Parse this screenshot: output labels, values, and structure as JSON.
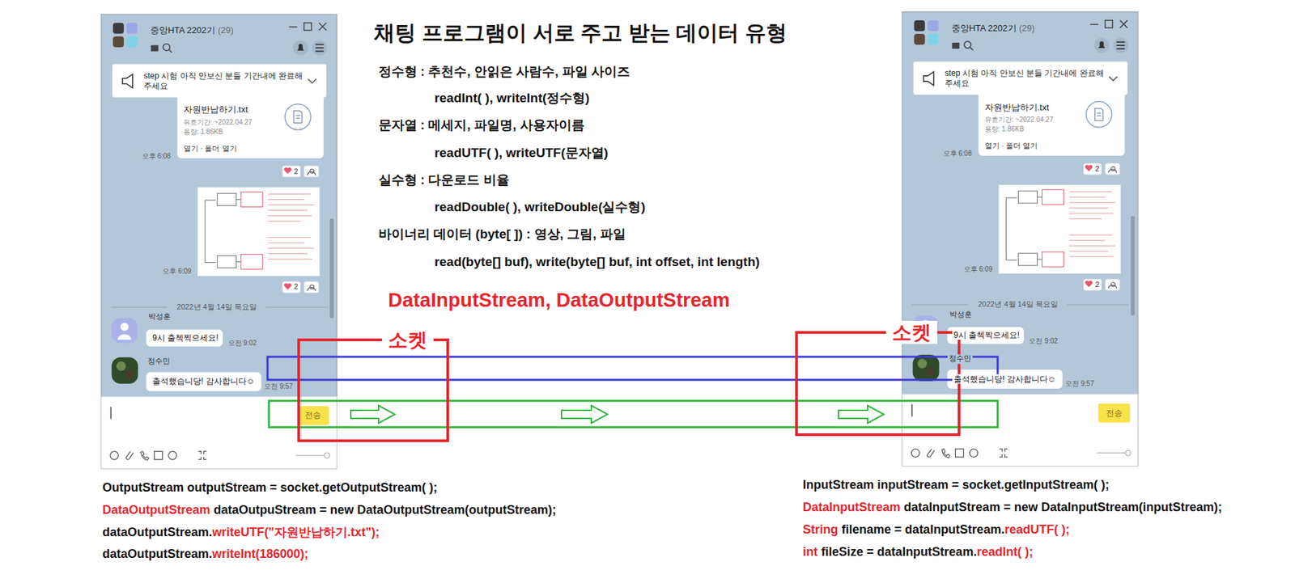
{
  "diagram": {
    "title": "채팅 프로그램이 서로 주고 받는 데이터 유형",
    "nodes": [
      {
        "text": [
          "소켓"
        ]
      },
      {
        "text": [
          "소켓"
        ]
      }
    ],
    "labels": [
      "정수형 : 추천수, 안읽은 사람수, 파일 사이즈",
      "readInt( ), writeInt(정수형)",
      "문자열 : 메세지, 파일명, 사용자이름",
      "readUTF( ), writeUTF(문자열)",
      "실수형 : 다운로드 비율",
      "readDouble( ), writeDouble(실수형)",
      "바이너리 데이터 (byte[ ]) : 영상, 그림, 파일",
      "read(byte[] buf), write(byte[] buf, int offset, int length)",
      "DataInputStream, DataOutputStream",
      "OutputStream outputStream = socket.getOutputStream( );",
      "DataOutputStream",
      "dataOutpuStream = new DataOutputStream(outputStream);",
      "dataOutputStream.",
      "writeUTF(\"자원반납하기.txt\");",
      "dataOutputStream.",
      "writeInt(186000);",
      "InputStream inputStream = socket.getInputStream( );",
      "DataInputStream",
      "dataInputStream = new DataInputStream(inputStream);",
      "String",
      "filename = dataInputStream.",
      "readUTF( );",
      "int",
      "fileSize = dataInputStream.",
      "readInt( );",
      "중앙HTA 2202기",
      "(29)",
      "step 시험 아직 안보신 분들 기간내에 완료해 주세요",
      "자원반납하기.txt",
      "유효기간: ~2022.04.27",
      "용량: 1.86KB",
      "열기 · 폴더 열기",
      "오후 6:08",
      "2",
      "오후 6:09",
      "2",
      "2022년 4월 14일 목요일",
      "박성훈",
      "9시 출첵찍으세요!",
      "오전 9:02",
      "정수민",
      "출석했습니당! 감사합니다☺",
      "오전 9:57",
      "전송",
      "중앙HTA 2202기",
      "(29)",
      "step 시험 아직 안보신 분들 기간내에 완료해 주세요",
      "자원반납하기.txt",
      "유효기간: ~2022.04.27",
      "용량: 1.86KB",
      "열기 · 폴더 열기",
      "오후 6:08",
      "2",
      "오후 6:09",
      "2",
      "2022년 4월 14일 목요일",
      "박성훈",
      "9시 출첵찍으세요!",
      "오전 9:02",
      "정수민",
      "출석했습니당! 감사합니다☺",
      "오전 9:57",
      "전송"
    ]
  }
}
